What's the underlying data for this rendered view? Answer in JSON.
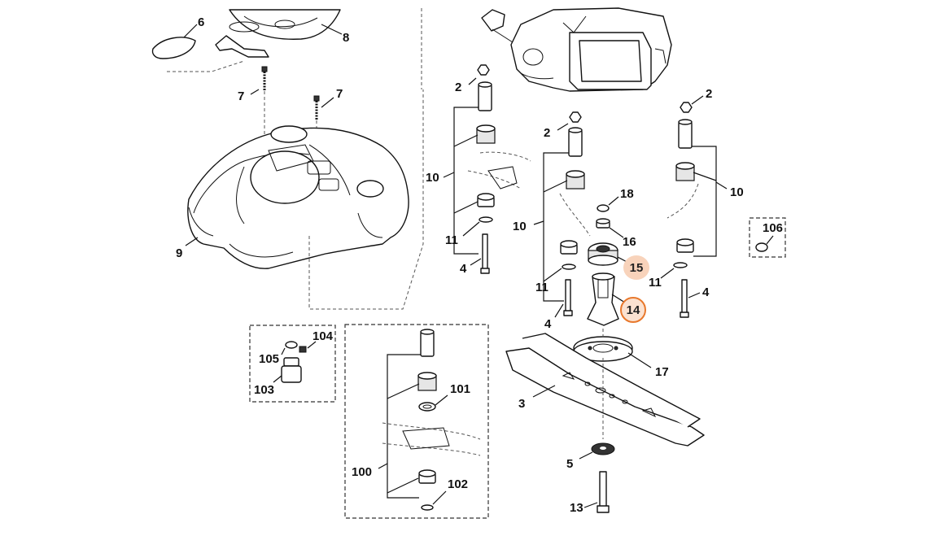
{
  "diagram": {
    "type": "exploded parts diagram",
    "highlight_colors": {
      "soft": "#f8d3bb",
      "ring": "#e8782c"
    },
    "callouts": [
      {
        "id": "6",
        "text": "6"
      },
      {
        "id": "8",
        "text": "8"
      },
      {
        "id": "7a",
        "text": "7"
      },
      {
        "id": "7b",
        "text": "7"
      },
      {
        "id": "9",
        "text": "9"
      },
      {
        "id": "2a",
        "text": "2"
      },
      {
        "id": "10a",
        "text": "10"
      },
      {
        "id": "11a",
        "text": "11"
      },
      {
        "id": "4a",
        "text": "4"
      },
      {
        "id": "2b",
        "text": "2"
      },
      {
        "id": "18",
        "text": "18"
      },
      {
        "id": "10b",
        "text": "10"
      },
      {
        "id": "16",
        "text": "16"
      },
      {
        "id": "15",
        "text": "15",
        "highlight": "soft"
      },
      {
        "id": "11b",
        "text": "11"
      },
      {
        "id": "14",
        "text": "14",
        "highlight": "ring"
      },
      {
        "id": "4b",
        "text": "4"
      },
      {
        "id": "17",
        "text": "17"
      },
      {
        "id": "3",
        "text": "3"
      },
      {
        "id": "5",
        "text": "5"
      },
      {
        "id": "13",
        "text": "13"
      },
      {
        "id": "2c",
        "text": "2"
      },
      {
        "id": "10c",
        "text": "10"
      },
      {
        "id": "106",
        "text": "106"
      },
      {
        "id": "11c",
        "text": "11"
      },
      {
        "id": "4c",
        "text": "4"
      },
      {
        "id": "104",
        "text": "104"
      },
      {
        "id": "105",
        "text": "105"
      },
      {
        "id": "103",
        "text": "103"
      },
      {
        "id": "101",
        "text": "101"
      },
      {
        "id": "100",
        "text": "100"
      },
      {
        "id": "102",
        "text": "102"
      }
    ]
  }
}
